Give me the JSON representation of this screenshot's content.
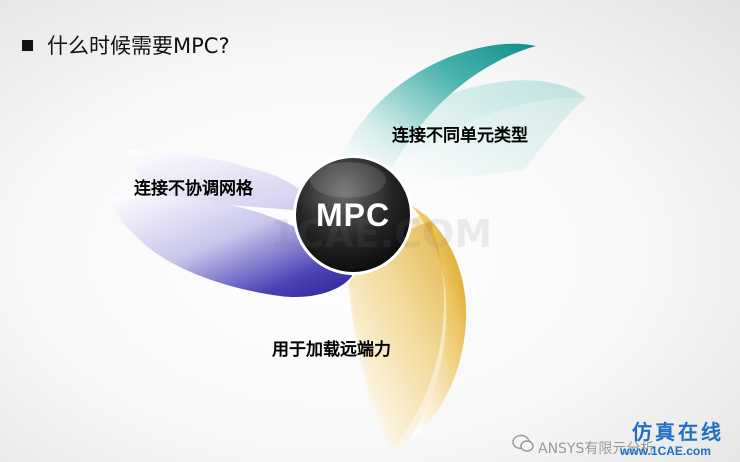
{
  "slide": {
    "title": "什么时候需要MPC?"
  },
  "diagram": {
    "center": "MPC",
    "petals": [
      {
        "label": "连接不同单元类型",
        "color": "#1f9a94"
      },
      {
        "label": "连接不协调网格",
        "color": "#3c33a8"
      },
      {
        "label": "用于加载远端力",
        "color": "#d8a21e"
      }
    ]
  },
  "watermark": "1CAE.COM",
  "footer": {
    "account_text": "ANSYS有限元分析",
    "brand": "仿真在线",
    "brand_url": "www.1CAE.com"
  }
}
